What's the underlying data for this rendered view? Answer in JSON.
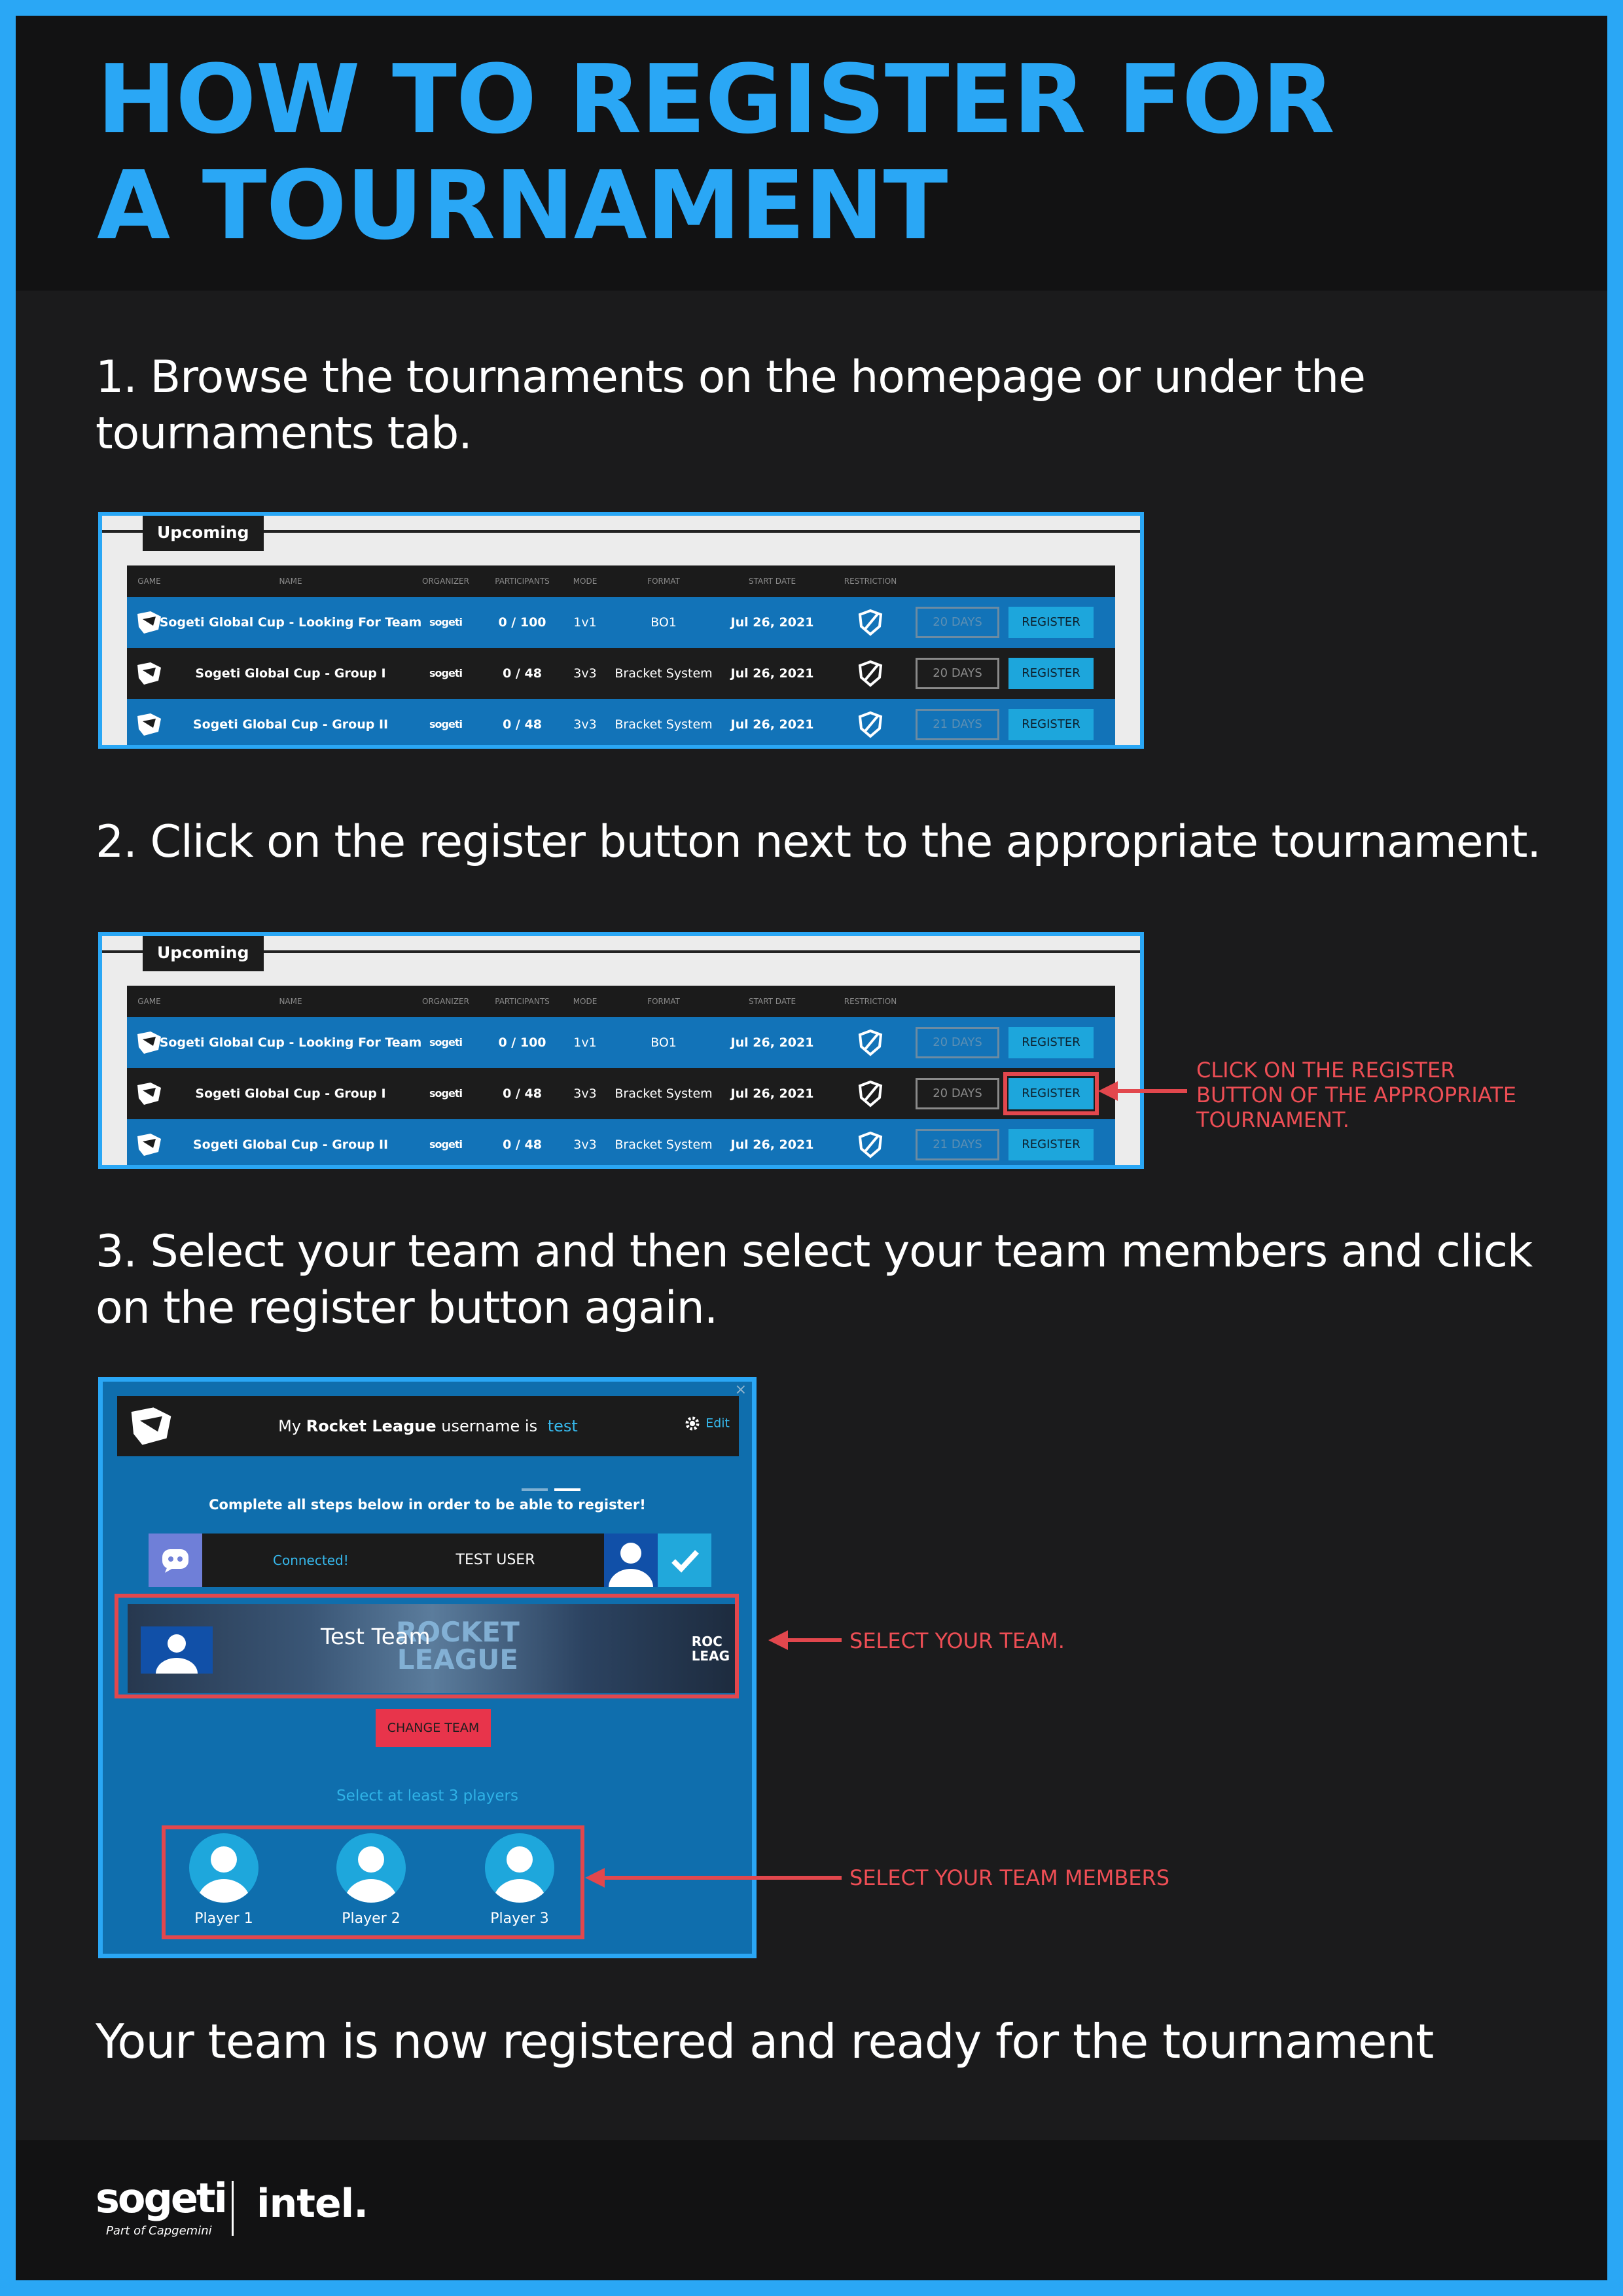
{
  "title": {
    "line1": "HOW TO REGISTER FOR",
    "line2": "A TOURNAMENT"
  },
  "steps": {
    "step1": "1. Browse the tournaments on the homepage or under the tournaments tab.",
    "step2": "2. Click on the register button next to the appropriate tournament.",
    "step3": "3. Select your team and then select your team members and click on the register button again.",
    "final": "Your team is now registered and ready for the tournament"
  },
  "table": {
    "section_label": "Upcoming",
    "headers": [
      "GAME",
      "NAME",
      "ORGANIZER",
      "PARTICIPANTS",
      "MODE",
      "FORMAT",
      "START DATE",
      "RESTRICTION"
    ],
    "organizer_logo": "sogeti",
    "rows": [
      {
        "name": "Sogeti Global Cup - Looking For Team",
        "participants": "0 / 100",
        "mode": "1v1",
        "format": "BO1",
        "start": "Jul 26, 2021",
        "days": "20 DAYS",
        "register": "REGISTER"
      },
      {
        "name": "Sogeti Global Cup - Group I",
        "participants": "0 / 48",
        "mode": "3v3",
        "format": "Bracket System",
        "start": "Jul 26, 2021",
        "days": "20 DAYS",
        "register": "REGISTER"
      },
      {
        "name": "Sogeti Global Cup - Group II",
        "participants": "0 / 48",
        "mode": "3v3",
        "format": "Bracket System",
        "start": "Jul 26, 2021",
        "days": "21 DAYS",
        "register": "REGISTER"
      }
    ]
  },
  "annotations": {
    "register_note": [
      "CLICK ON THE REGISTER",
      "BUTTON OF THE APPROPRIATE",
      "TOURNAMENT."
    ],
    "team_note": "SELECT YOUR TEAM.",
    "members_note": "SELECT YOUR TEAM MEMBERS"
  },
  "panel": {
    "username_prefix": "My",
    "game": "Rocket League",
    "username_mid": "username is",
    "username": "test",
    "edit": "Edit",
    "close": "×",
    "complete_text": "Complete all steps below in order to be able to register!",
    "connected": "Connected!",
    "user": "TEST USER",
    "team_name": "Test Team",
    "team_banner_line1": "ROCKET",
    "team_banner_line2": "LEAGUE",
    "team_logo_line1": "ROC",
    "team_logo_line2": "LEAG",
    "change_team": "CHANGE TEAM",
    "select_players": "Select at least 3 players",
    "players": [
      "Player 1",
      "Player 2",
      "Player 3"
    ]
  },
  "footer": {
    "sogeti": "sogeti",
    "sogeti_sub": "Part of Capgemini",
    "intel": "intel."
  },
  "colors": {
    "accent": "#2aa7f5",
    "background": "#1b1b1c",
    "header": "#121213",
    "annotation": "#e2474d",
    "row_blue": "#1273b8",
    "register_button": "#1da6dc",
    "change_team": "#e8344b"
  }
}
